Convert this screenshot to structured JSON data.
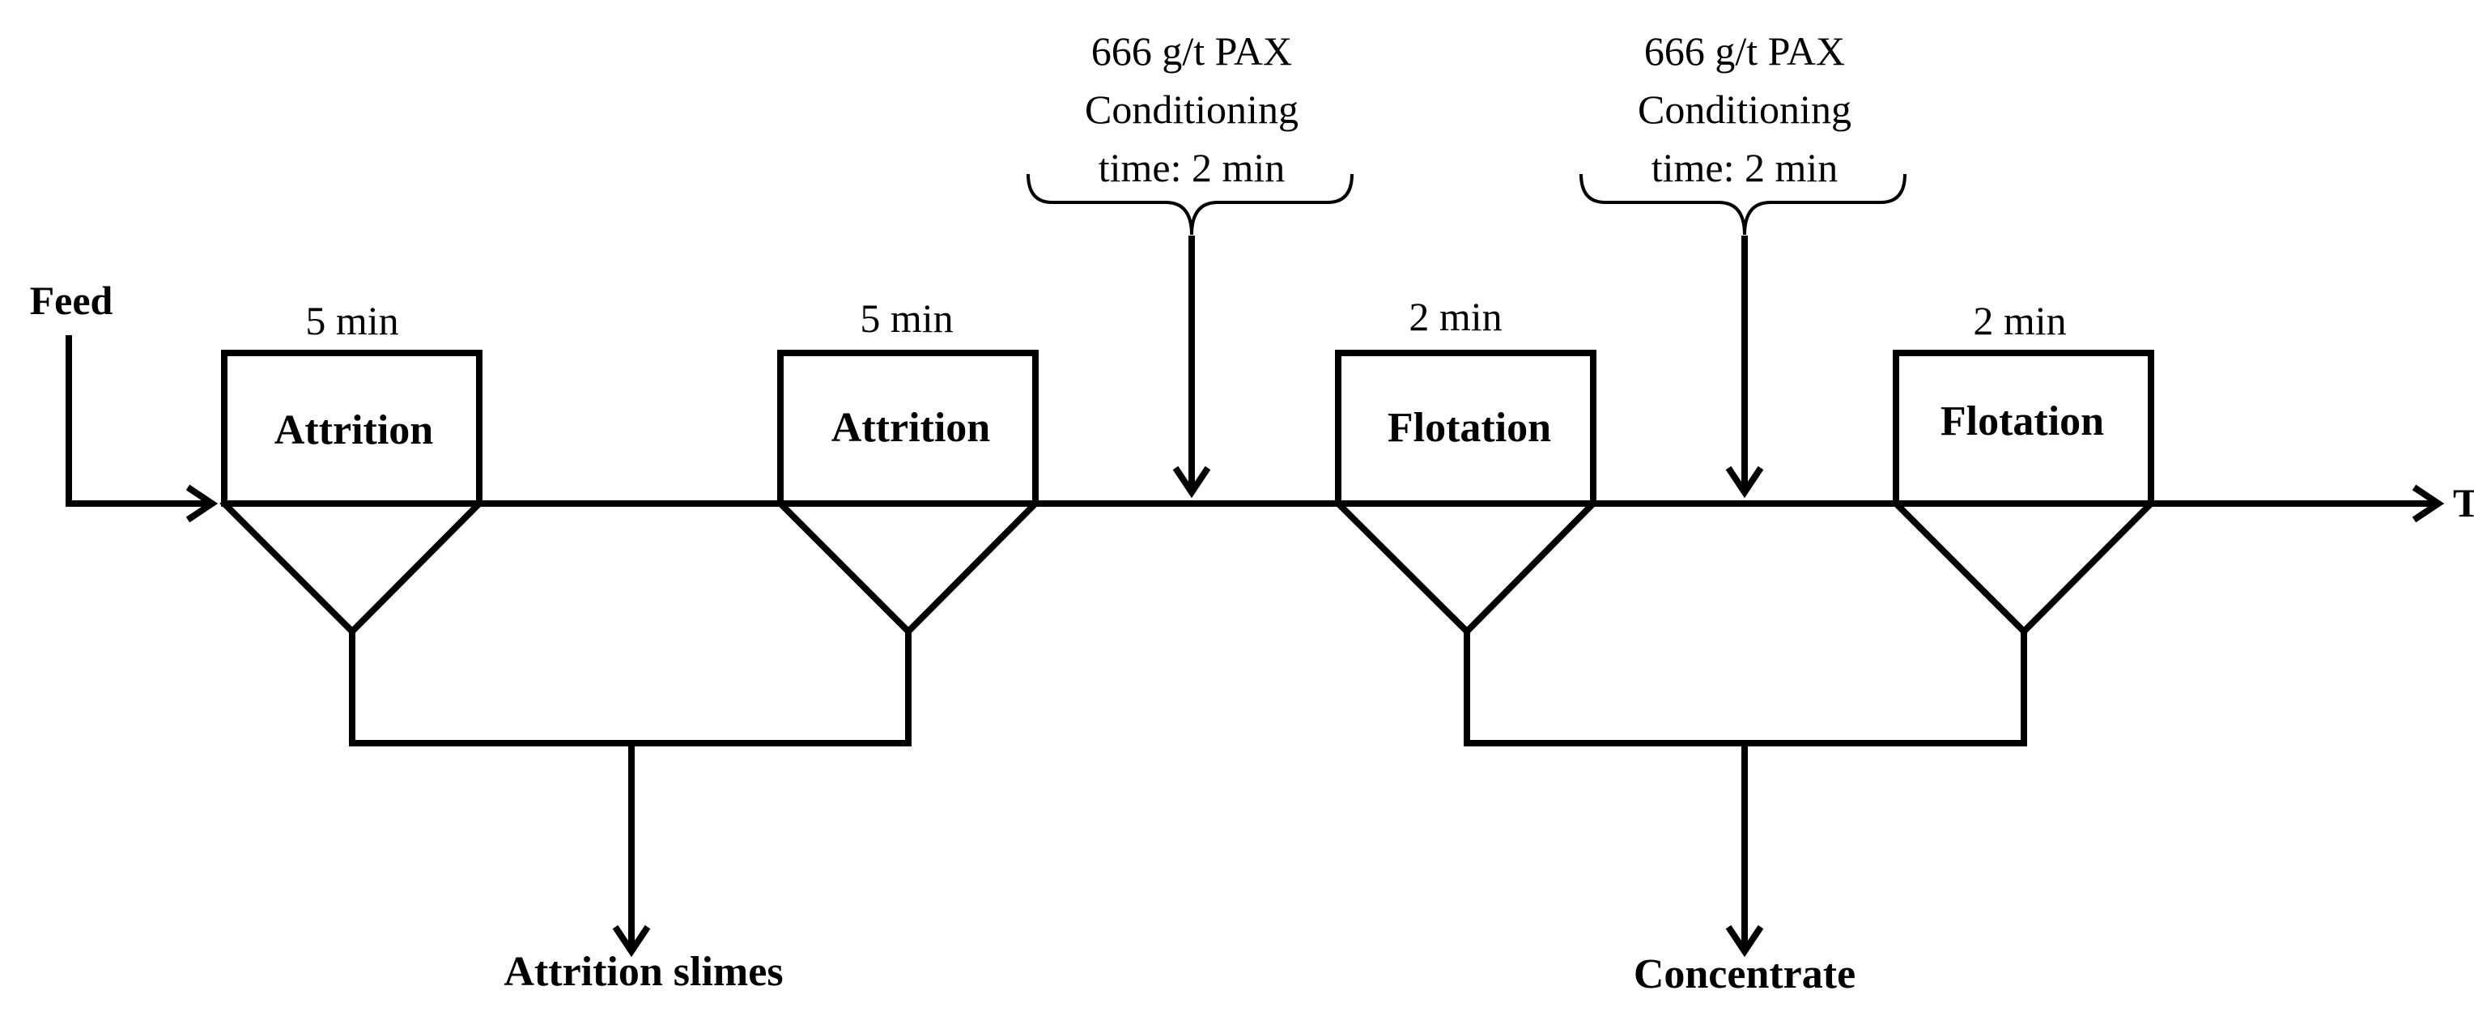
{
  "inputs": {
    "feed_label": "Feed"
  },
  "outputs": {
    "tail_label": "Tail",
    "attrition_slimes_label": "Attrition slimes",
    "concentrate_label": "Concentrate"
  },
  "units": [
    {
      "label": "Attrition",
      "time": "5 min"
    },
    {
      "label": "Attrition",
      "time": "5 min"
    },
    {
      "label": "Flotation",
      "time": "2 min"
    },
    {
      "label": "Flotation",
      "time": "2 min"
    }
  ],
  "reagent_additions": [
    {
      "line1": "666 g/t PAX",
      "line2": "Conditioning",
      "line3": "time: 2 min"
    },
    {
      "line1": "666 g/t PAX",
      "line2": "Conditioning",
      "line3": "time: 2 min"
    }
  ]
}
